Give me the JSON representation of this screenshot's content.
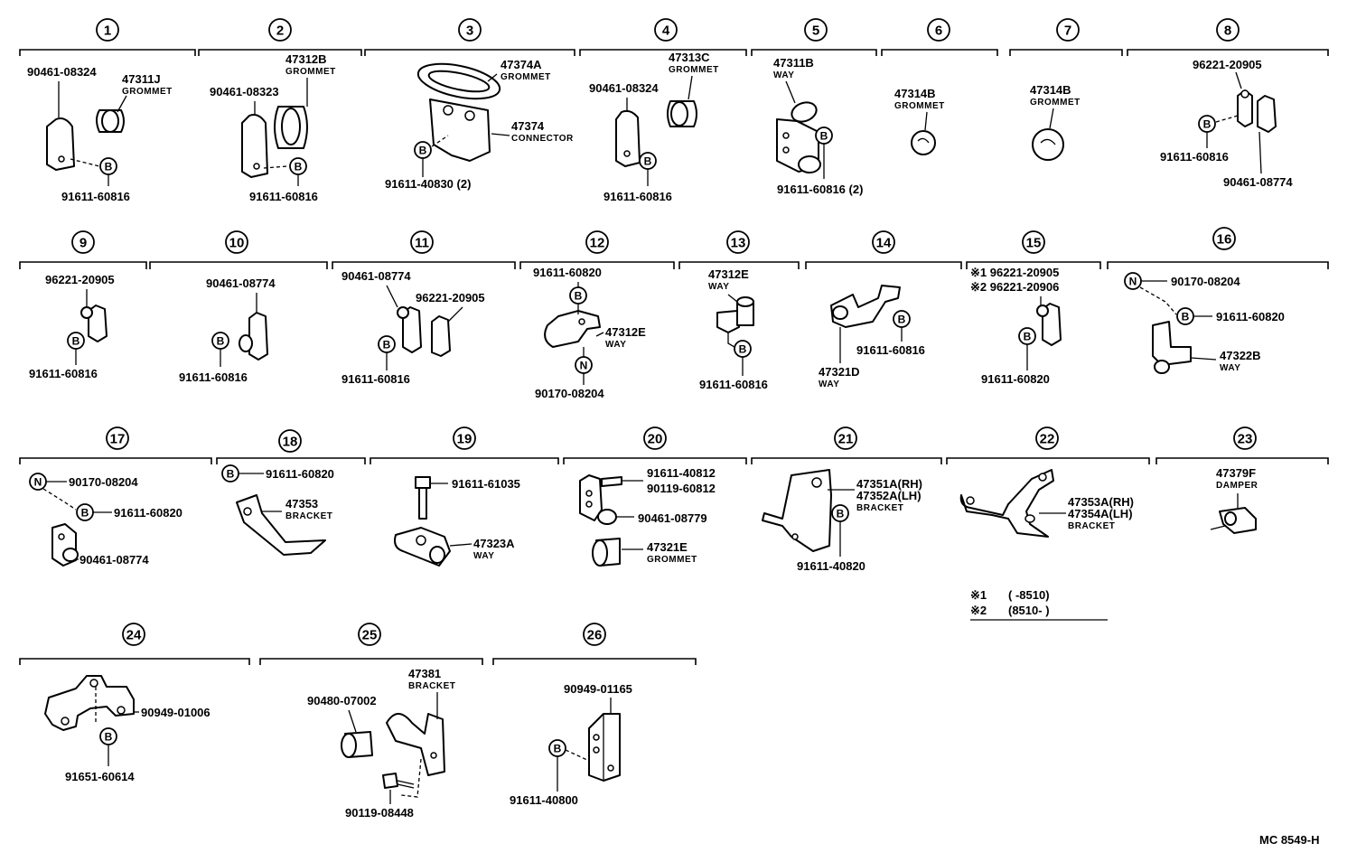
{
  "groups": [
    {
      "id": "g1",
      "num": "1",
      "labels": [
        {
          "text": "90461-08324"
        },
        {
          "text": "47311J"
        },
        {
          "text": "GROMMET",
          "sub": true
        },
        {
          "text": "91611-60816"
        }
      ]
    },
    {
      "id": "g2",
      "num": "2",
      "labels": [
        {
          "text": "47312B"
        },
        {
          "text": "GROMMET",
          "sub": true
        },
        {
          "text": "90461-08323"
        },
        {
          "text": "91611-60816"
        }
      ]
    },
    {
      "id": "g3",
      "num": "3",
      "labels": [
        {
          "text": "47374A"
        },
        {
          "text": "GROMMET",
          "sub": true
        },
        {
          "text": "47374"
        },
        {
          "text": "CONNECTOR",
          "sub": true
        },
        {
          "text": "91611-40830 (2)"
        }
      ]
    },
    {
      "id": "g4",
      "num": "4",
      "labels": [
        {
          "text": "47313C"
        },
        {
          "text": "GROMMET",
          "sub": true
        },
        {
          "text": "90461-08324"
        },
        {
          "text": "91611-60816"
        }
      ]
    },
    {
      "id": "g5",
      "num": "5",
      "labels": [
        {
          "text": "47311B"
        },
        {
          "text": "WAY",
          "sub": true
        },
        {
          "text": "91611-60816 (2)"
        }
      ]
    },
    {
      "id": "g6",
      "num": "6",
      "labels": [
        {
          "text": "47314B"
        },
        {
          "text": "GROMMET",
          "sub": true
        }
      ]
    },
    {
      "id": "g7",
      "num": "7",
      "labels": [
        {
          "text": "47314B"
        },
        {
          "text": "GROMMET",
          "sub": true
        }
      ]
    },
    {
      "id": "g8",
      "num": "8",
      "labels": [
        {
          "text": "96221-20905"
        },
        {
          "text": "91611-60816"
        },
        {
          "text": "90461-08774"
        }
      ]
    },
    {
      "id": "g9",
      "num": "9",
      "labels": [
        {
          "text": "96221-20905"
        },
        {
          "text": "91611-60816"
        }
      ]
    },
    {
      "id": "g10",
      "num": "10",
      "labels": [
        {
          "text": "90461-08774"
        },
        {
          "text": "91611-60816"
        }
      ]
    },
    {
      "id": "g11",
      "num": "11",
      "labels": [
        {
          "text": "90461-08774"
        },
        {
          "text": "96221-20905"
        },
        {
          "text": "91611-60816"
        }
      ]
    },
    {
      "id": "g12",
      "num": "12",
      "labels": [
        {
          "text": "91611-60820"
        },
        {
          "text": "47312E"
        },
        {
          "text": "WAY",
          "sub": true
        },
        {
          "text": "90170-08204"
        }
      ]
    },
    {
      "id": "g13",
      "num": "13",
      "labels": [
        {
          "text": "47312E"
        },
        {
          "text": "WAY",
          "sub": true
        },
        {
          "text": "91611-60816"
        }
      ]
    },
    {
      "id": "g14",
      "num": "14",
      "labels": [
        {
          "text": "91611-60816"
        },
        {
          "text": "47321D"
        },
        {
          "text": "WAY",
          "sub": true
        }
      ]
    },
    {
      "id": "g15",
      "num": "15",
      "labels": [
        {
          "text": "※1 96221-20905"
        },
        {
          "text": "※2 96221-20906"
        },
        {
          "text": "91611-60820"
        }
      ]
    },
    {
      "id": "g16",
      "num": "16",
      "labels": [
        {
          "text": "90170-08204"
        },
        {
          "text": "91611-60820"
        },
        {
          "text": "47322B"
        },
        {
          "text": "WAY",
          "sub": true
        }
      ]
    },
    {
      "id": "g17",
      "num": "17",
      "labels": [
        {
          "text": "90170-08204"
        },
        {
          "text": "91611-60820"
        },
        {
          "text": "90461-08774"
        }
      ]
    },
    {
      "id": "g18",
      "num": "18",
      "labels": [
        {
          "text": "91611-60820"
        },
        {
          "text": "47353"
        },
        {
          "text": "BRACKET",
          "sub": true
        }
      ]
    },
    {
      "id": "g19",
      "num": "19",
      "labels": [
        {
          "text": "91611-61035"
        },
        {
          "text": "47323A"
        },
        {
          "text": "WAY",
          "sub": true
        }
      ]
    },
    {
      "id": "g20",
      "num": "20",
      "labels": [
        {
          "text": "91611-40812"
        },
        {
          "text": "90119-60812"
        },
        {
          "text": "90461-08779"
        },
        {
          "text": "47321E"
        },
        {
          "text": "GROMMET",
          "sub": true
        }
      ]
    },
    {
      "id": "g21",
      "num": "21",
      "labels": [
        {
          "text": "47351A(RH)"
        },
        {
          "text": "47352A(LH)"
        },
        {
          "text": "BRACKET",
          "sub": true
        },
        {
          "text": "91611-40820"
        }
      ]
    },
    {
      "id": "g22",
      "num": "22",
      "labels": [
        {
          "text": "47353A(RH)"
        },
        {
          "text": "47354A(LH)"
        },
        {
          "text": "BRACKET",
          "sub": true
        }
      ]
    },
    {
      "id": "g23",
      "num": "23",
      "labels": [
        {
          "text": "47379F"
        },
        {
          "text": "DAMPER",
          "sub": true
        }
      ]
    },
    {
      "id": "g24",
      "num": "24",
      "labels": [
        {
          "text": "90949-01006"
        },
        {
          "text": "91651-60614"
        }
      ]
    },
    {
      "id": "g25",
      "num": "25",
      "labels": [
        {
          "text": "47381"
        },
        {
          "text": "BRACKET",
          "sub": true
        },
        {
          "text": "90480-07002"
        },
        {
          "text": "90119-08448"
        }
      ]
    },
    {
      "id": "g26",
      "num": "26",
      "labels": [
        {
          "text": "90949-01165"
        },
        {
          "text": "91611-40800"
        }
      ]
    }
  ],
  "markers": {
    "bolt": "B",
    "nut": "N"
  },
  "notes": [
    {
      "mark": "※1",
      "range": "(        -8510)"
    },
    {
      "mark": "※2",
      "range": "(8510-        )"
    }
  ],
  "figure_code": "MC 8549-H"
}
